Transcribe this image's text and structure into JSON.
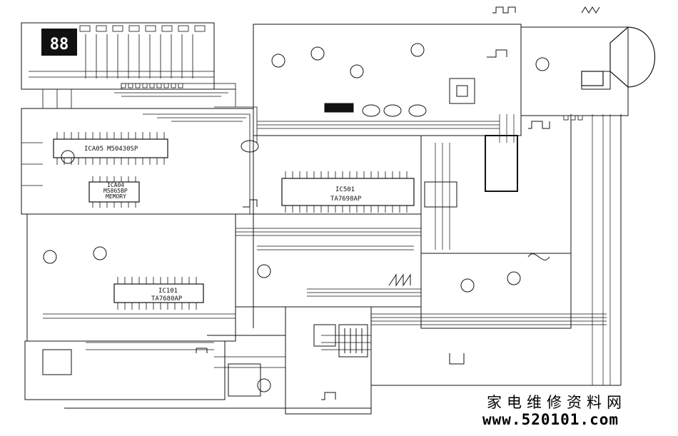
{
  "ics": {
    "ica05": {
      "ref": "ICA05",
      "part": "M50430SP"
    },
    "ica04": {
      "ref": "ICA04",
      "part": "M5865BP",
      "role": "MEMORY"
    },
    "ic501": {
      "ref": "IC501",
      "part": "TA7698AP"
    },
    "ic101": {
      "ref": "IC101",
      "part": "TA7680AP"
    }
  },
  "display": {
    "digits": "88"
  },
  "watermark": {
    "cn": "家电维修资料网",
    "url": "www.520101.com"
  },
  "icons": {
    "crt": "crt-tube-icon",
    "transformer": "flyback-transformer-icon",
    "coil": "coil-icon"
  }
}
